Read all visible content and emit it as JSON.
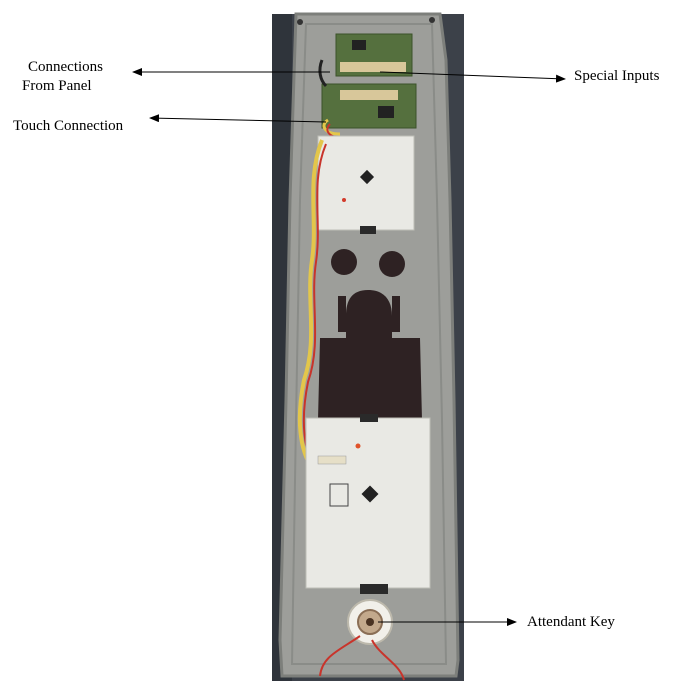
{
  "labels": {
    "connections_line1": "Connections",
    "connections_line2": "From Panel",
    "touch_connection": "Touch Connection",
    "special_inputs": "Special Inputs",
    "attendant_key": "Attendant Key"
  },
  "photo": {
    "subject": "elevator-car-operating-panel-back",
    "colors": {
      "background": "#3c4149",
      "plate": "#9d9e9a",
      "plate_edge": "#7d7f7b",
      "cutout": "#2e2223",
      "pcb": "#e9e9e4",
      "green_pcb": "#55703e",
      "connector": "#d8c79a",
      "wire_red": "#c8342b",
      "wire_yellow": "#e3c64a"
    }
  }
}
